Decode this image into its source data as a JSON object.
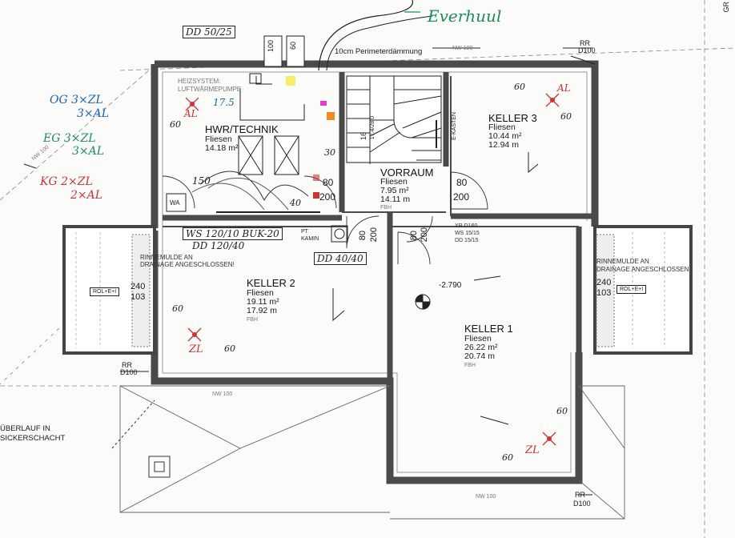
{
  "top_annotations": {
    "eventual": "Everhuul",
    "dd_top": "DD 50/25",
    "pipe_100": "100",
    "pipe_60": "60",
    "perimeter": "10cm Perimeterdämmung",
    "nw_top": "NW 100",
    "rr_top_right": "RR",
    "d100_top_right": "D100",
    "gr_edge": "GR"
  },
  "legend_notes": {
    "og": "OG  3×ZL",
    "og2": "3×AL",
    "eg": "EG  3×ZL",
    "eg2": "3×AL",
    "kg": "KG  2×ZL",
    "kg2": "2×AL"
  },
  "rooms": {
    "hwr": {
      "name": "HWR/TECHNIK",
      "floor": "Fliesen",
      "area": "14.18 m²"
    },
    "vorraum": {
      "name": "VORRAUM",
      "floor": "Fliesen",
      "area": "7.95 m²",
      "perimeter": "14.11 m",
      "fbh": "FBH"
    },
    "keller3": {
      "name": "KELLER 3",
      "floor": "Fliesen",
      "area": "10.44 m²",
      "perimeter": "12.94 m"
    },
    "keller2": {
      "name": "KELLER 2",
      "floor": "Fliesen",
      "area": "19.11 m²",
      "perimeter": "17.92 m",
      "fbh": "FBH"
    },
    "keller1": {
      "name": "KELLER 1",
      "floor": "Fliesen",
      "area": "26.22 m²",
      "perimeter": "20.74 m",
      "fbh": "FBH"
    }
  },
  "hwr_labels": {
    "heizsystem": "HEIZSYSTEM:",
    "luftwaerme": "LUFTWÄRMEPUMPE",
    "hand_175": "17.5",
    "hand_60": "60",
    "hand_150": "150",
    "hand_40": "40",
    "hand_30": "30",
    "wa": "WA",
    "door_80": "80",
    "door_200": "200",
    "al_top": "AL"
  },
  "stairs": {
    "steps": "16",
    "rise": "17.4/28.0",
    "e_kasten": "E-KASTEN"
  },
  "door_labels": {
    "vorraum_80": "80",
    "vorraum_200": "200",
    "bottom_80a": "80",
    "bottom_200a": "200",
    "bottom_80b": "80",
    "bottom_200b": "200"
  },
  "kamin": {
    "pt": "PT",
    "kamin": "KAMIN",
    "dd_note": "DD 40/40",
    "ws_note": "WS 120/10 BUK-20",
    "dd_note2": "DD 120/40"
  },
  "ws_right": {
    "xr": "XR D160",
    "ws": "WS 15/15",
    "dd": "DD 15/15"
  },
  "light_wells": {
    "left_label": "RINNEMULDE AN",
    "left_label2": "DRAINAGE ANGESCHLOSSEN!",
    "right_label": "RINNEMULDE AN",
    "right_label2": "DRAINAGE ANGESCHLOSSEN",
    "left_240": "240",
    "left_103": "103",
    "right_240": "240",
    "right_103": "103",
    "rol_left": "ROL+E+I",
    "rol_right": "ROL+E+I"
  },
  "keller_marks": {
    "k2_60a": "60",
    "k2_zl": "ZL",
    "k2_60b": "60",
    "level": "-2.790",
    "k1_60a": "60",
    "k1_zl": "ZL",
    "k1_60b": "60",
    "k3_60a": "60",
    "k3_al": "AL",
    "k3_60b": "60"
  },
  "exterior": {
    "rr_left": "RR",
    "d100_left": "D100",
    "nw_bottom_mid": "NW 100",
    "nw_bottom_right": "NW 100",
    "rr_bottom": "RR",
    "d100_bottom": "D100",
    "ueberlauf": "ÜBERLAUF IN",
    "sickerschacht": "SICKERSCHACHT",
    "nw_left_diag": "NW 100"
  },
  "colors": {
    "wall": "#4a4a4a",
    "wall_light": "#9a9a9a",
    "blue_ink": "#1e5fc4",
    "green_ink": "#1b8f5a",
    "red_ink": "#d0322f",
    "orange": "#f08a24",
    "magenta": "#e23fc9",
    "yellow": "#f5e84a"
  }
}
